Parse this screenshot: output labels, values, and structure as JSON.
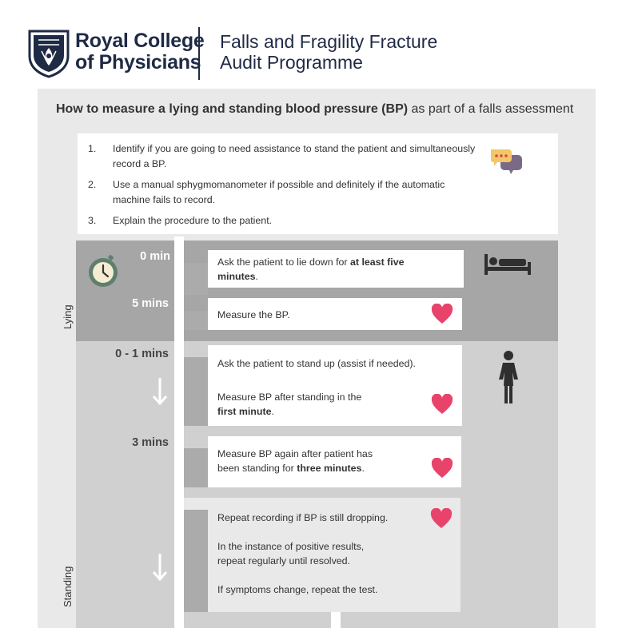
{
  "brand": {
    "logo_line1": "Royal College",
    "logo_line2": "of Physicians",
    "programme_line1": "Falls and Fragility Fracture",
    "programme_line2": "Audit Programme"
  },
  "heading": {
    "bold": "How to measure a lying and standing blood pressure (BP)",
    "rest": " as part of a falls assessment"
  },
  "intro_steps": [
    {
      "num": "1.",
      "text": "Identify if you are going to need assistance to stand the patient and simultaneously record a BP."
    },
    {
      "num": "2.",
      "text": "Use a manual sphygmomanometer if possible and definitely if the automatic machine fails to record."
    },
    {
      "num": "3.",
      "text": "Explain the procedure to the patient."
    }
  ],
  "phases": {
    "lying": "Lying",
    "standing": "Standing"
  },
  "times": {
    "t0": "0 min",
    "t5": "5 mins",
    "t01": "0 - 1 mins",
    "t3": "3 mins"
  },
  "cards": {
    "lie_down": {
      "pre": "Ask the patient to  lie down for ",
      "bold1": "at least five",
      "bold2": "minutes",
      "post": "."
    },
    "measure": "Measure the BP.",
    "stand_up": "Ask the patient to stand up (assist if needed).",
    "first_minute": {
      "line1": "Measure BP after standing in the",
      "bold": "first minute",
      "post": "."
    },
    "three_minutes": {
      "line1": "Measure BP again after patient has",
      "pre": "been standing for ",
      "bold": "three minutes",
      "post": "."
    },
    "repeat": {
      "p1": "Repeat recording if BP is still dropping.",
      "p2a": "In the instance of positive results,",
      "p2b": "repeat regularly until resolved.",
      "p3": "If symptoms change, repeat the test."
    }
  },
  "icons": {
    "heart": "heart-icon",
    "clock": "clock-icon",
    "bed": "bed-icon",
    "person": "person-icon",
    "chat": "speech-bubbles-icon",
    "arrow": "down-arrow-icon"
  },
  "colors": {
    "navy": "#1f2a44",
    "heart": "#e8436b",
    "lying_band": "#a6a6a6",
    "standing_band": "#d0d0d0",
    "panel": "#e9e9e9",
    "clock_green": "#5f7f6e"
  }
}
